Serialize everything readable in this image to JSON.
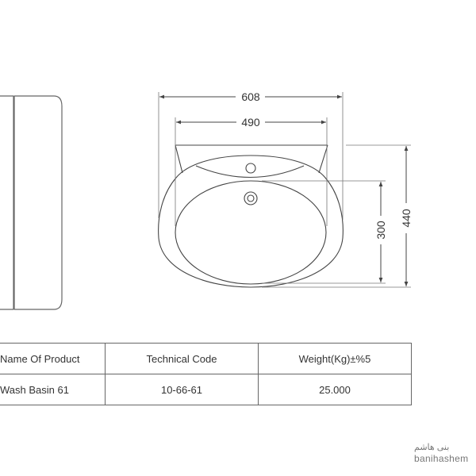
{
  "drawing": {
    "dimensions": {
      "overall_width": "608",
      "back_width": "490",
      "bowl_depth": "300",
      "overall_depth": "440"
    },
    "line_color": "#444444"
  },
  "table": {
    "headers": [
      "Name Of Product",
      "Technical Code",
      "Weight(Kg)±%5"
    ],
    "rows": [
      [
        "Wash Basin 61",
        "10-66-61",
        "25.000"
      ]
    ]
  },
  "logo": {
    "latin": "banihashem",
    "arabic": "بنی هاشم"
  }
}
